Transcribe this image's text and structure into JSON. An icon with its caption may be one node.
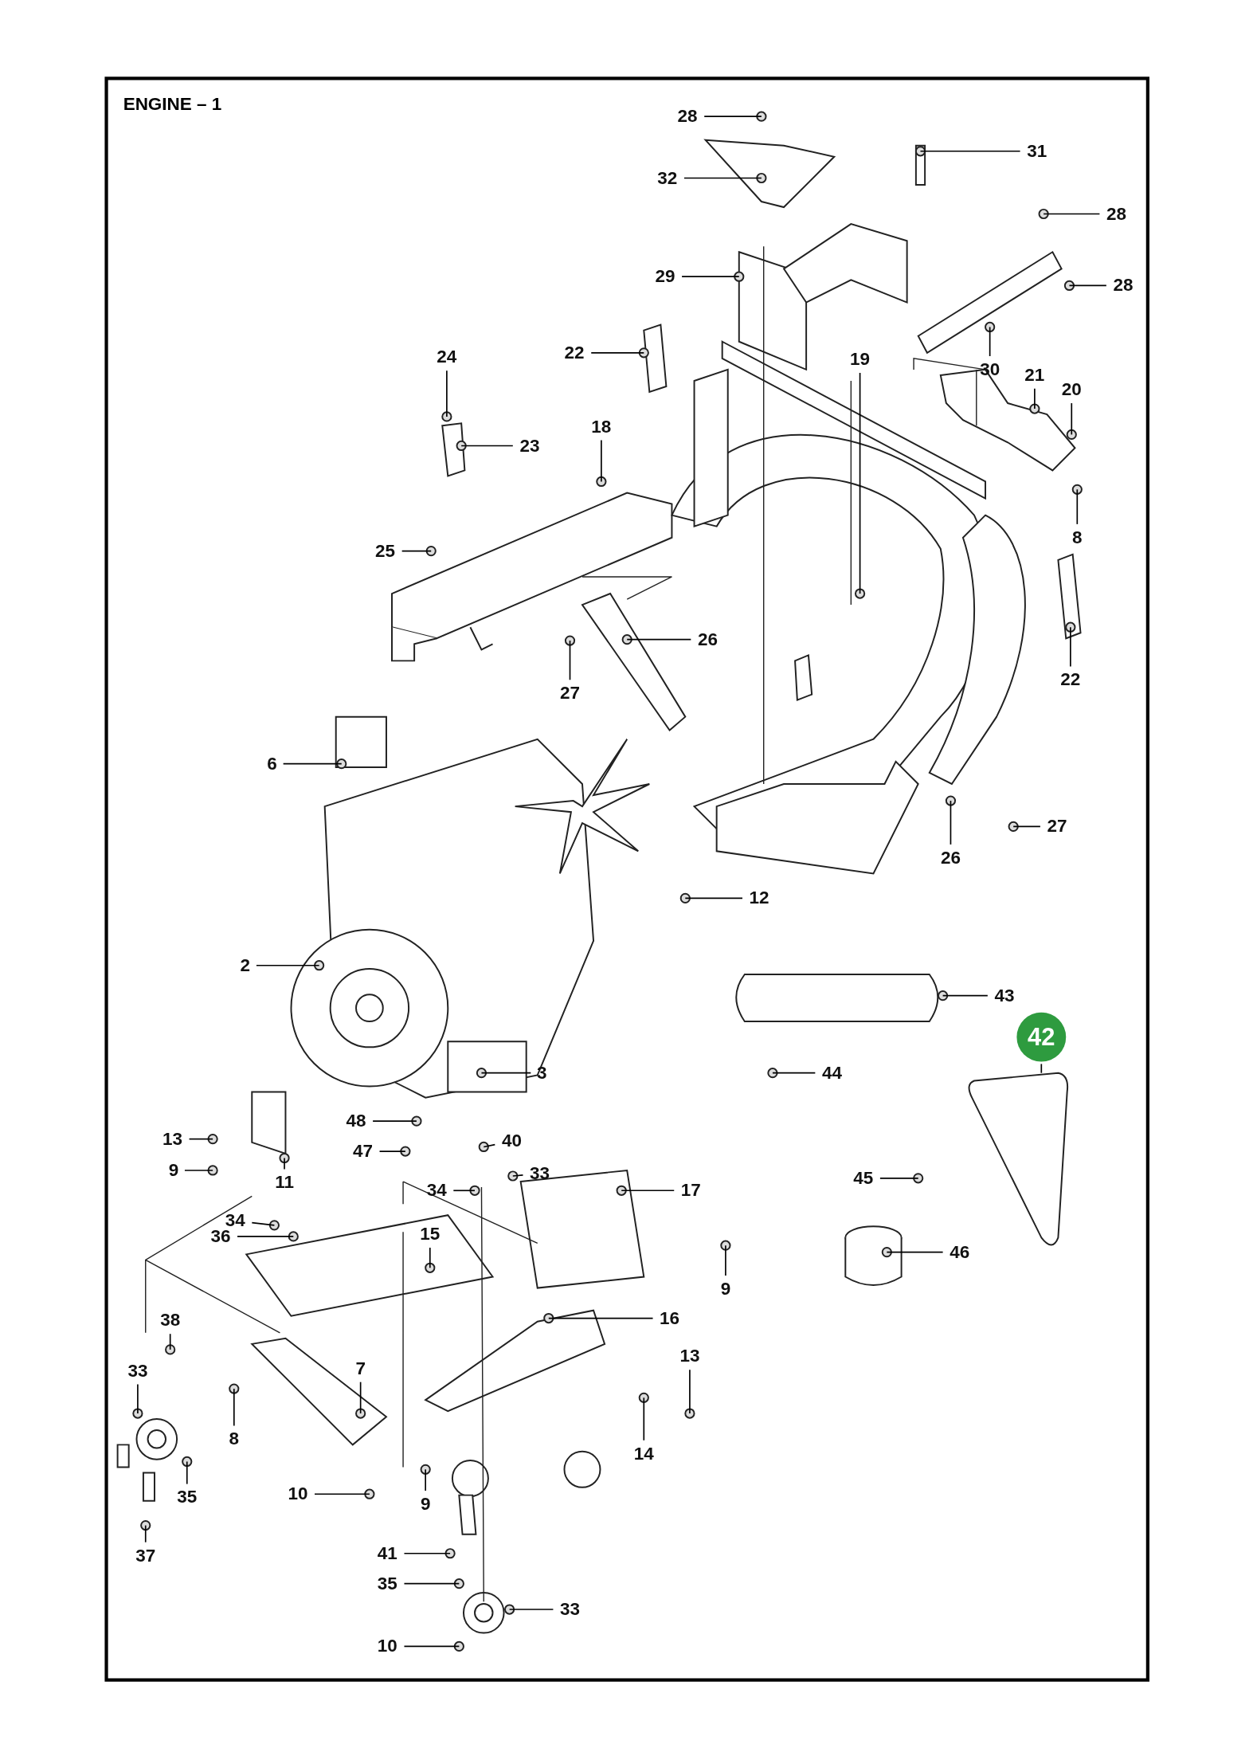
{
  "diagram": {
    "title": "ENGINE – 1",
    "nodes": [
      {
        "text": [
          "28"
        ]
      },
      {
        "text": [
          "31"
        ]
      },
      {
        "text": [
          "32"
        ]
      },
      {
        "text": [
          "28"
        ]
      },
      {
        "text": [
          "29"
        ]
      },
      {
        "text": [
          "28"
        ]
      },
      {
        "text": [
          "24"
        ]
      },
      {
        "text": [
          "22"
        ]
      },
      {
        "text": [
          "19"
        ]
      },
      {
        "text": [
          "30"
        ]
      },
      {
        "text": [
          "21"
        ]
      },
      {
        "text": [
          "20"
        ]
      },
      {
        "text": [
          "18"
        ]
      },
      {
        "text": [
          "23"
        ]
      },
      {
        "text": [
          "8"
        ]
      },
      {
        "text": [
          "25"
        ]
      },
      {
        "text": [
          "26"
        ]
      },
      {
        "text": [
          "22"
        ]
      },
      {
        "text": [
          "27"
        ]
      },
      {
        "text": [
          "6"
        ]
      },
      {
        "text": [
          "27"
        ]
      },
      {
        "text": [
          "26"
        ]
      },
      {
        "text": [
          "12"
        ]
      },
      {
        "text": [
          "2"
        ]
      },
      {
        "text": [
          "43"
        ]
      },
      {
        "text": [
          "42"
        ]
      },
      {
        "text": [
          "3"
        ]
      },
      {
        "text": [
          "44"
        ]
      },
      {
        "text": [
          "48"
        ]
      },
      {
        "text": [
          "13"
        ]
      },
      {
        "text": [
          "40"
        ]
      },
      {
        "text": [
          "47"
        ]
      },
      {
        "text": [
          "9"
        ]
      },
      {
        "text": [
          "33"
        ]
      },
      {
        "text": [
          "45"
        ]
      },
      {
        "text": [
          "11"
        ]
      },
      {
        "text": [
          "34"
        ]
      },
      {
        "text": [
          "17"
        ]
      },
      {
        "text": [
          "34"
        ]
      },
      {
        "text": [
          "15"
        ]
      },
      {
        "text": [
          "36"
        ]
      },
      {
        "text": [
          "46"
        ]
      },
      {
        "text": [
          "9"
        ]
      },
      {
        "text": [
          "16"
        ]
      },
      {
        "text": [
          "38"
        ]
      },
      {
        "text": [
          "33"
        ]
      },
      {
        "text": [
          "7"
        ]
      },
      {
        "text": [
          "13"
        ]
      },
      {
        "text": [
          "8"
        ]
      },
      {
        "text": [
          "14"
        ]
      },
      {
        "text": [
          "35"
        ]
      },
      {
        "text": [
          "10"
        ]
      },
      {
        "text": [
          "9"
        ]
      },
      {
        "text": [
          "37"
        ]
      },
      {
        "text": [
          "41"
        ]
      },
      {
        "text": [
          "35"
        ]
      },
      {
        "text": [
          "33"
        ]
      },
      {
        "text": [
          "10"
        ]
      }
    ],
    "edges": [
      {
        "from": 0,
        "to": null,
        "arrow": "none"
      },
      {
        "from": 1,
        "to": null,
        "arrow": "none"
      },
      {
        "from": 2,
        "to": null,
        "arrow": "none"
      },
      {
        "from": 3,
        "to": null,
        "arrow": "none"
      },
      {
        "from": 4,
        "to": null,
        "arrow": "none"
      },
      {
        "from": 5,
        "to": null,
        "arrow": "none"
      },
      {
        "from": 6,
        "to": null,
        "arrow": "none"
      },
      {
        "from": 7,
        "to": null,
        "arrow": "none"
      },
      {
        "from": 8,
        "to": null,
        "arrow": "none"
      },
      {
        "from": 9,
        "to": null,
        "arrow": "none"
      },
      {
        "from": 10,
        "to": null,
        "arrow": "none"
      },
      {
        "from": 11,
        "to": null,
        "arrow": "none"
      },
      {
        "from": 12,
        "to": null,
        "arrow": "none"
      },
      {
        "from": 13,
        "to": null,
        "arrow": "none"
      },
      {
        "from": 14,
        "to": null,
        "arrow": "none"
      },
      {
        "from": 15,
        "to": null,
        "arrow": "none"
      },
      {
        "from": 16,
        "to": null,
        "arrow": "none"
      },
      {
        "from": 17,
        "to": null,
        "arrow": "none"
      },
      {
        "from": 18,
        "to": null,
        "arrow": "none"
      },
      {
        "from": 19,
        "to": null,
        "arrow": "none"
      },
      {
        "from": 20,
        "to": null,
        "arrow": "none"
      },
      {
        "from": 21,
        "to": null,
        "arrow": "none"
      },
      {
        "from": 22,
        "to": null,
        "arrow": "none"
      },
      {
        "from": 23,
        "to": null,
        "arrow": "none"
      },
      {
        "from": 24,
        "to": null,
        "arrow": "none"
      },
      {
        "from": 25,
        "to": null,
        "arrow": "none"
      },
      {
        "from": 26,
        "to": null,
        "arrow": "none"
      },
      {
        "from": 27,
        "to": null,
        "arrow": "none"
      },
      {
        "from": 28,
        "to": null,
        "arrow": "none"
      },
      {
        "from": 29,
        "to": null,
        "arrow": "none"
      },
      {
        "from": 30,
        "to": null,
        "arrow": "none"
      },
      {
        "from": 31,
        "to": null,
        "arrow": "none"
      },
      {
        "from": 32,
        "to": null,
        "arrow": "none"
      },
      {
        "from": 33,
        "to": null,
        "arrow": "none"
      },
      {
        "from": 34,
        "to": null,
        "arrow": "none"
      },
      {
        "from": 35,
        "to": null,
        "arrow": "none"
      },
      {
        "from": 36,
        "to": null,
        "arrow": "none"
      },
      {
        "from": 37,
        "to": null,
        "arrow": "none"
      },
      {
        "from": 38,
        "to": null,
        "arrow": "none"
      },
      {
        "from": 39,
        "to": null,
        "arrow": "none"
      },
      {
        "from": 40,
        "to": null,
        "arrow": "none"
      },
      {
        "from": 41,
        "to": null,
        "arrow": "none"
      },
      {
        "from": 42,
        "to": null,
        "arrow": "none"
      },
      {
        "from": 43,
        "to": null,
        "arrow": "none"
      },
      {
        "from": 44,
        "to": null,
        "arrow": "none"
      },
      {
        "from": 45,
        "to": null,
        "arrow": "none"
      },
      {
        "from": 46,
        "to": null,
        "arrow": "none"
      },
      {
        "from": 47,
        "to": null,
        "arrow": "none"
      },
      {
        "from": 48,
        "to": null,
        "arrow": "none"
      },
      {
        "from": 49,
        "to": null,
        "arrow": "none"
      },
      {
        "from": 50,
        "to": null,
        "arrow": "none"
      },
      {
        "from": 51,
        "to": null,
        "arrow": "none"
      },
      {
        "from": 52,
        "to": null,
        "arrow": "none"
      },
      {
        "from": 53,
        "to": null,
        "arrow": "none"
      },
      {
        "from": 54,
        "to": null,
        "arrow": "none"
      },
      {
        "from": 55,
        "to": null,
        "arrow": "none"
      },
      {
        "from": 56,
        "to": null,
        "arrow": "none"
      },
      {
        "from": 57,
        "to": null,
        "arrow": "none"
      }
    ]
  }
}
